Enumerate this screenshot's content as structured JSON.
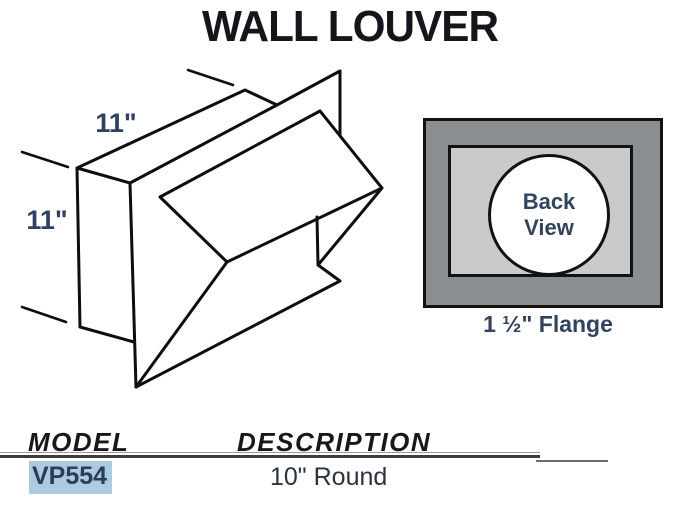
{
  "title": "WALL LOUVER",
  "drawing": {
    "dim_width_label": "11\"",
    "dim_height_label": "11\"",
    "line_color": "#0e0e0e",
    "dim_label_color": "#2f4161"
  },
  "back_view": {
    "circle_label_line1": "Back",
    "circle_label_line2": "View",
    "caption": "1 ½\" Flange",
    "outer_frame_color": "#8b8e91",
    "inner_panel_color": "#c8cacc",
    "circle_color": "#ffffff",
    "text_color": "#33435f"
  },
  "table": {
    "headers": [
      "MODEL",
      "DESCRIPTION"
    ],
    "rows": [
      {
        "model": "VP554",
        "description": "10\" Round"
      }
    ],
    "highlight_color": "#abcbe2"
  }
}
